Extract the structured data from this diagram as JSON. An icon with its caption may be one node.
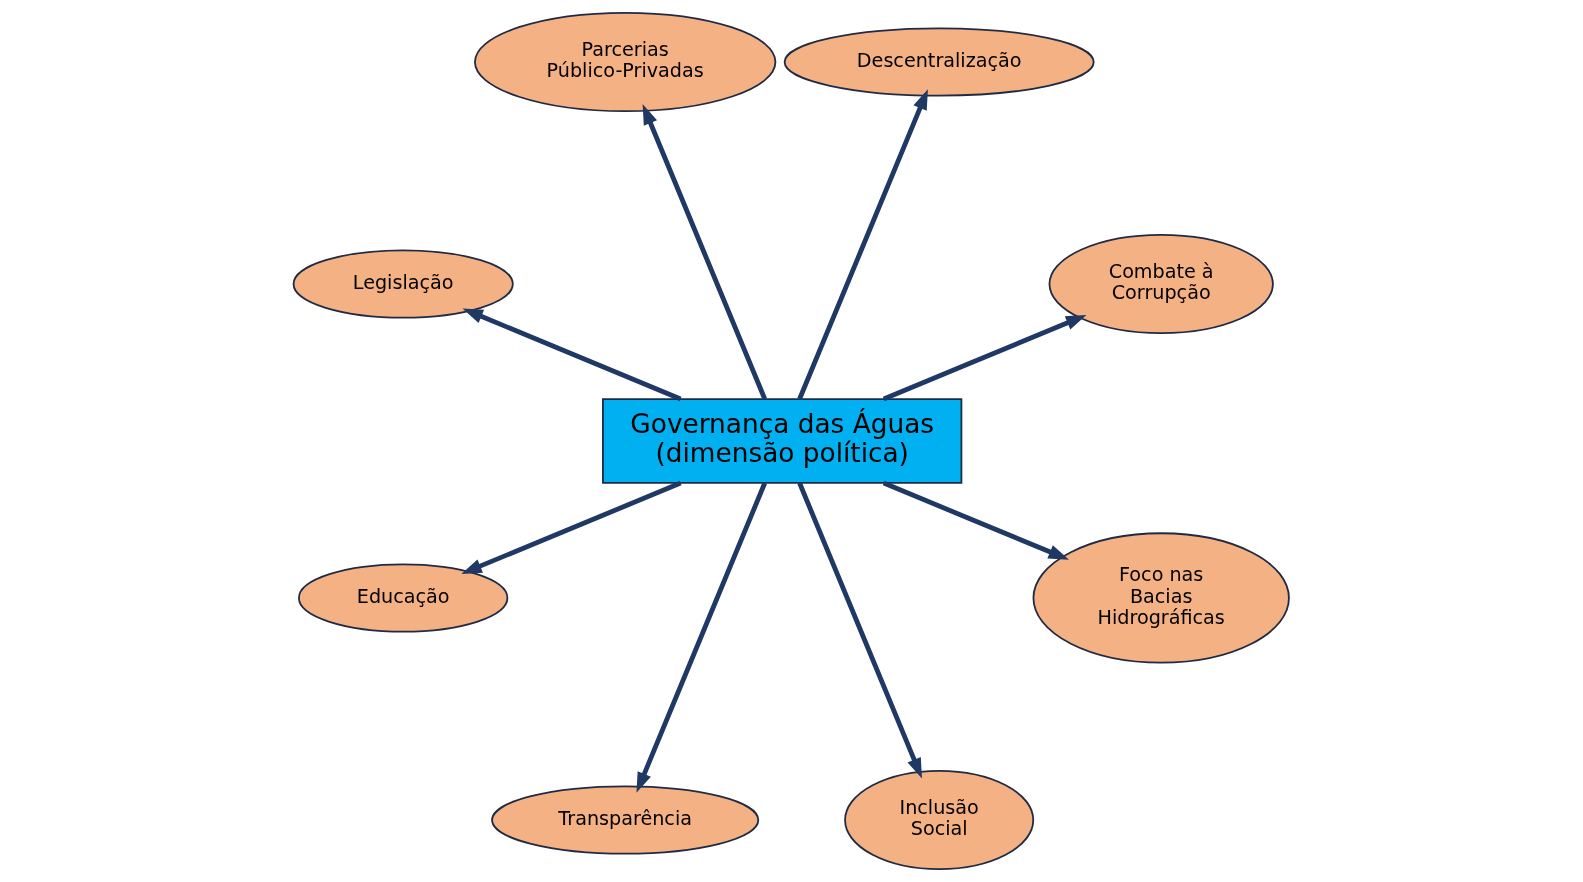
{
  "diagram": {
    "nodes": [
      {
        "text": [
          "Combate à Corrupção"
        ]
      },
      {
        "text": [
          "Descentralização"
        ]
      },
      {
        "text": [
          "Parcerias Público-Privadas"
        ]
      },
      {
        "text": [
          "Legislação"
        ]
      },
      {
        "text": [
          "Governança das Águas (dimensão política)"
        ]
      },
      {
        "text": [
          "Educação"
        ]
      },
      {
        "text": [
          "Transparência"
        ]
      },
      {
        "text": [
          "Inclusão Social"
        ]
      },
      {
        "text": [
          "Foco nas Bacias Hidrográficas"
        ]
      }
    ],
    "edges": [
      {
        "from": 4,
        "to": 0,
        "arrow": "to"
      },
      {
        "from": 4,
        "to": 2,
        "arrow": "to"
      },
      {
        "from": 4,
        "to": 5,
        "arrow": "to"
      },
      {
        "from": 4,
        "to": 7,
        "arrow": "to"
      },
      {
        "from": 4,
        "to": 8,
        "arrow": "to"
      },
      {
        "from": 4,
        "to": 6,
        "arrow": "to"
      },
      {
        "from": 4,
        "to": 3,
        "arrow": "to"
      },
      {
        "from": 4,
        "to": 1,
        "arrow": "to"
      }
    ]
  }
}
